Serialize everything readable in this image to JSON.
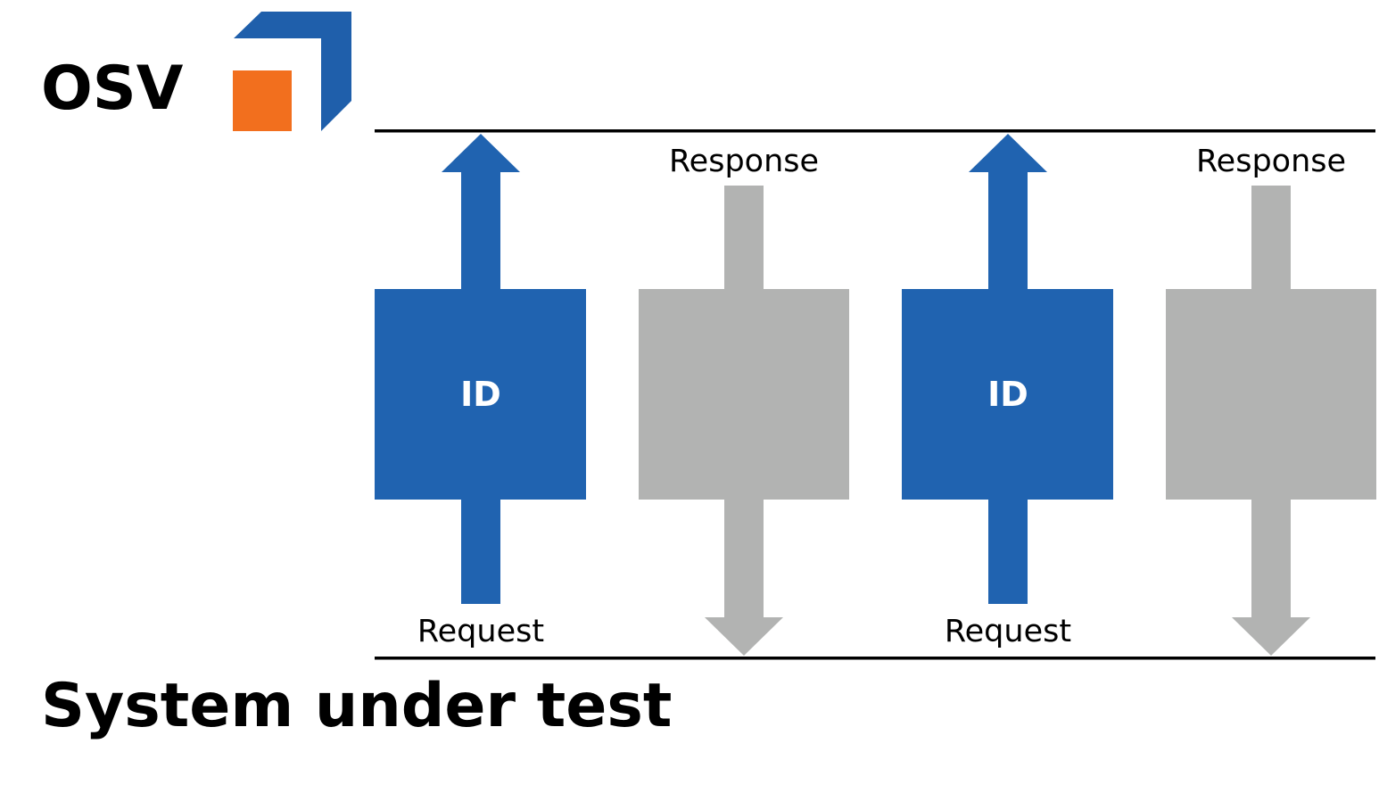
{
  "title": "OSV",
  "footer": "System under test",
  "colors": {
    "blue": "#2063b0",
    "gray": "#b2b3b2",
    "orange": "#f26f1e",
    "logo_blue": "#1f5fab"
  },
  "units": [
    {
      "request_label": "Request",
      "id_label": "ID",
      "response_label": "Response"
    },
    {
      "request_label": "Request",
      "id_label": "ID",
      "response_label": "Response"
    }
  ]
}
